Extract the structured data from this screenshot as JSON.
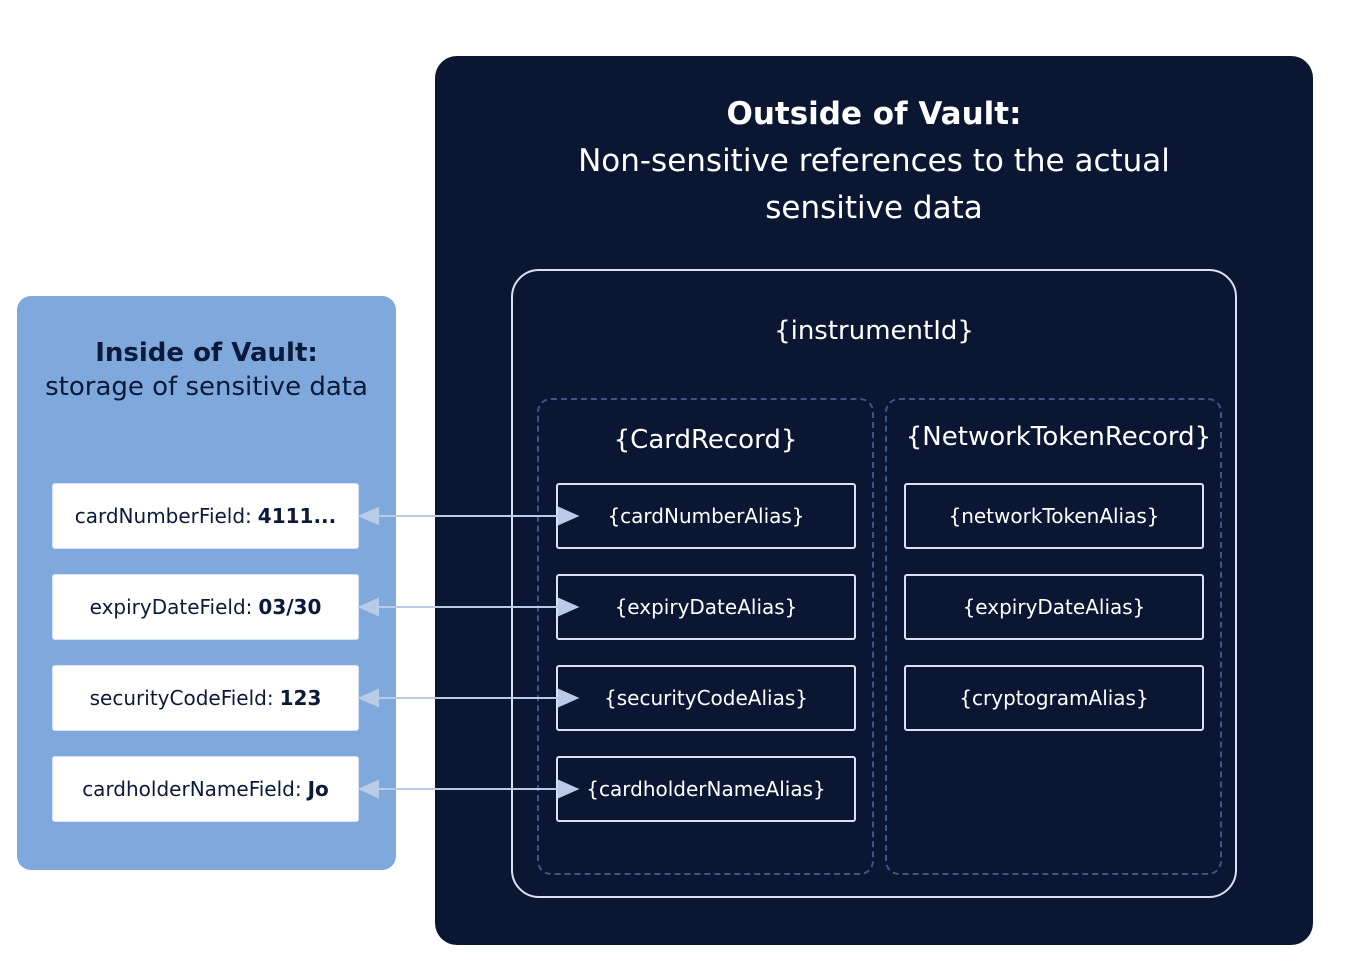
{
  "inside": {
    "title": "Inside of Vault:",
    "subtitle": "storage of sensitive data",
    "fields": [
      {
        "name": "cardNumberField:",
        "value": "4111..."
      },
      {
        "name": "expiryDateField:",
        "value": "03/30"
      },
      {
        "name": "securityCodeField:",
        "value": "123"
      },
      {
        "name": "cardholderNameField:",
        "value": "Jo"
      }
    ]
  },
  "outside": {
    "title": "Outside of Vault:",
    "subtitle": "Non-sensitive references to the actual sensitive data",
    "instrument_label": "{instrumentId}",
    "card_record": {
      "label": "{CardRecord}",
      "aliases": [
        "{cardNumberAlias}",
        "{expiryDateAlias}",
        "{securityCodeAlias}",
        "{cardholderNameAlias}"
      ]
    },
    "network_token_record": {
      "label": "{NetworkTokenRecord}",
      "aliases": [
        "{networkTokenAlias}",
        "{expiryDateAlias}",
        "{cryptogramAlias}"
      ]
    }
  },
  "colors": {
    "inside_bg": "#7fa8dc",
    "outside_bg": "#0a1632",
    "arrow": "#b9cbe6"
  }
}
